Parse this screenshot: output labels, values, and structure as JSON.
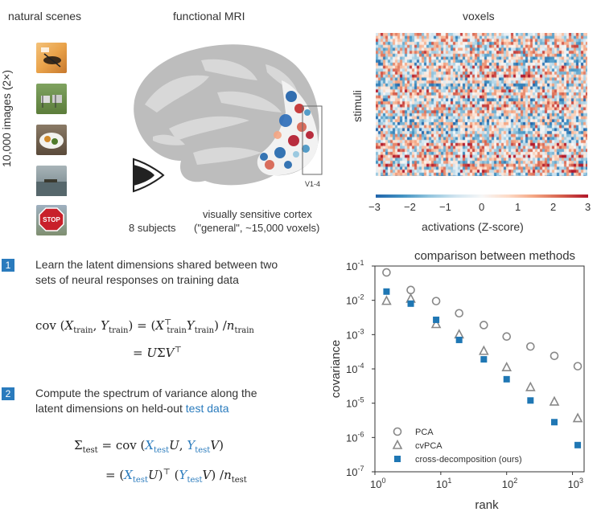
{
  "panels": {
    "natural_scenes_title": "natural scenes",
    "images_label": "10,000 images (2×)",
    "fmri_title": "functional MRI",
    "roi_label": "V1-4",
    "subjects": "8 subjects",
    "cortex_line1": "visually sensitive cortex",
    "cortex_line2": "(\"general\", ~15,000 voxels)",
    "voxels_title": "voxels",
    "stimuli_label": "stimuli",
    "colorbar_ticks": [
      "−3",
      "−2",
      "−1",
      "0",
      "1",
      "2",
      "3"
    ],
    "colorbar_label": "activations (Z-score)"
  },
  "steps": [
    {
      "badge": "1",
      "text_a": "Learn the latent dimensions shared between two",
      "text_b": "sets of neural responses on training data"
    },
    {
      "badge": "2",
      "text_a": "Compute the spectrum of variance along the",
      "text_b_prefix": "latent dimensions on held-out ",
      "text_b_link": "test data"
    }
  ],
  "equations": {
    "cov": "cov",
    "X": "X",
    "Y": "Y",
    "train": "train",
    "test": "test",
    "n": "n",
    "U": "U",
    "V": "V",
    "Sigma": "Σ",
    "T": "⊤"
  },
  "colors": {
    "accent": "#2a7bbd",
    "pca": "#888888",
    "cvpca": "#888888",
    "ours": "#1f77b4"
  },
  "chart_data": {
    "type": "scatter",
    "title": "comparison between methods",
    "xlabel": "rank",
    "ylabel": "covariance",
    "xscale": "log",
    "yscale": "log",
    "xlim": [
      1,
      1500
    ],
    "ylim": [
      1e-07,
      0.1
    ],
    "xticks": [
      {
        "value": 1,
        "base": "10",
        "exp": "0"
      },
      {
        "value": 10,
        "base": "10",
        "exp": "1"
      },
      {
        "value": 100,
        "base": "10",
        "exp": "2"
      },
      {
        "value": 1000,
        "base": "10",
        "exp": "3"
      }
    ],
    "yticks": [
      {
        "value": 1e-07,
        "base": "10",
        "exp": "-7"
      },
      {
        "value": 1e-06,
        "base": "10",
        "exp": "-6"
      },
      {
        "value": 1e-05,
        "base": "10",
        "exp": "-5"
      },
      {
        "value": 0.0001,
        "base": "10",
        "exp": "-4"
      },
      {
        "value": 0.001,
        "base": "10",
        "exp": "-3"
      },
      {
        "value": 0.01,
        "base": "10",
        "exp": "-2"
      },
      {
        "value": 0.1,
        "base": "10",
        "exp": "-1"
      }
    ],
    "x": [
      1.5,
      3.5,
      8.5,
      19,
      45,
      100,
      230,
      530,
      1200
    ],
    "series": [
      {
        "name": "PCA",
        "marker": "circle",
        "values": [
          0.065,
          0.02,
          0.0095,
          0.0042,
          0.0019,
          0.00088,
          0.00045,
          0.00024,
          0.00012
        ]
      },
      {
        "name": "cvPCA",
        "marker": "triangle",
        "values": [
          0.0095,
          0.011,
          0.002,
          0.001,
          0.00033,
          0.00011,
          2.9e-05,
          1.1e-05,
          3.6e-06
        ]
      },
      {
        "name": "cross-decomposition (ours)",
        "marker": "square",
        "values": [
          0.018,
          0.008,
          0.0027,
          0.0007,
          0.00019,
          5e-05,
          1.2e-05,
          2.8e-06,
          6e-07
        ]
      }
    ],
    "legend_position": "bottom-left",
    "grid": false
  }
}
